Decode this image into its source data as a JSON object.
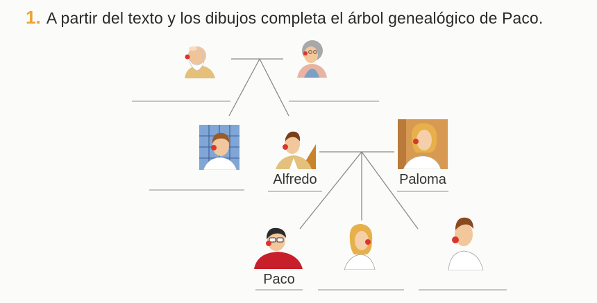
{
  "exercise": {
    "number": "1.",
    "instruction": "A partir del texto y los dibujos completa el árbol genealógico de Paco."
  },
  "names": {
    "alfredo": "Alfredo",
    "paloma": "Paloma",
    "paco": "Paco"
  },
  "colors": {
    "number": "#f0a233",
    "line": "#8a8a8a",
    "skin": "#f2c79c",
    "red_nose": "#d9362e"
  },
  "icons": [
    "grandfather-portrait",
    "grandmother-portrait",
    "uncle-portrait",
    "alfredo-portrait",
    "paloma-portrait",
    "paco-portrait",
    "sister-portrait",
    "brother-portrait"
  ]
}
